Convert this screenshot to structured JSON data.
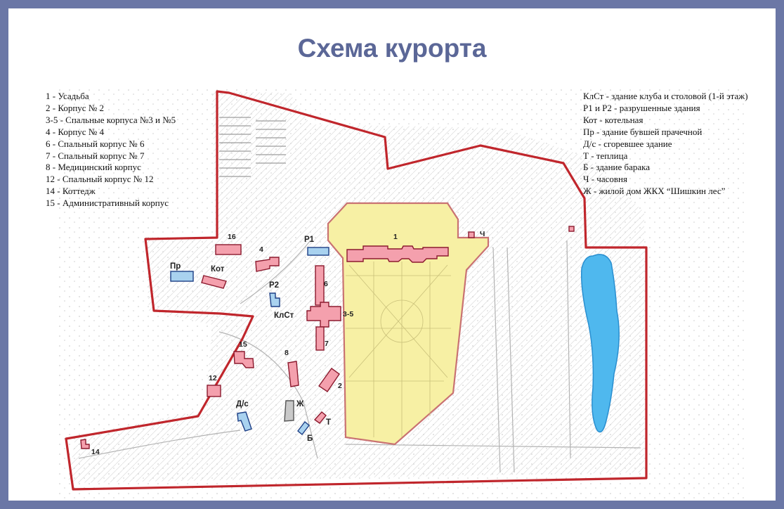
{
  "title": "Схема курорта",
  "legend_left": [
    "1 - Усадьба",
    "2 - Корпус № 2",
    "3-5 - Спальные корпуса №3 и №5",
    "4 - Корпус № 4",
    "6 - Спальный корпус № 6",
    "7 - Спальный корпус № 7",
    "8 - Медицинский корпус",
    "12 - Спальный корпус № 12",
    "14 - Коттедж",
    "15 - Административный корпус"
  ],
  "legend_right": [
    "КлСт - здание клуба и столовой (1-й этаж)",
    "Р1 и Р2 - разрушенные здания",
    "Кот - котельная",
    "Пр - здание бувшей прачечной",
    "Д/с - сгоревшее здание",
    "Т - теплица",
    "Б - здание барака",
    "Ч - часовня",
    "Ж - жилой дом ЖКХ “Шишкин лес”"
  ],
  "map": {
    "labels": {
      "b1": "1",
      "b2": "2",
      "b35": "3-5",
      "b4": "4",
      "b6": "6",
      "b7": "7",
      "b8": "8",
      "b12": "12",
      "b14": "14",
      "b15": "15",
      "b16": "16",
      "p1": "Р1",
      "p2": "Р2",
      "pr": "Пр",
      "kot": "Кот",
      "klst": "КлСт",
      "ds": "Д/с",
      "zh": "Ж",
      "t": "Т",
      "b": "Б",
      "ch": "Ч"
    },
    "colors": {
      "boundary": "#c0262c",
      "park": "#f7f0a4",
      "lake": "#4fb8ee",
      "existing_building": "#f4a0ad",
      "destroyed_building": "#a9d2ef",
      "residential_building": "#c9c9c9"
    }
  }
}
